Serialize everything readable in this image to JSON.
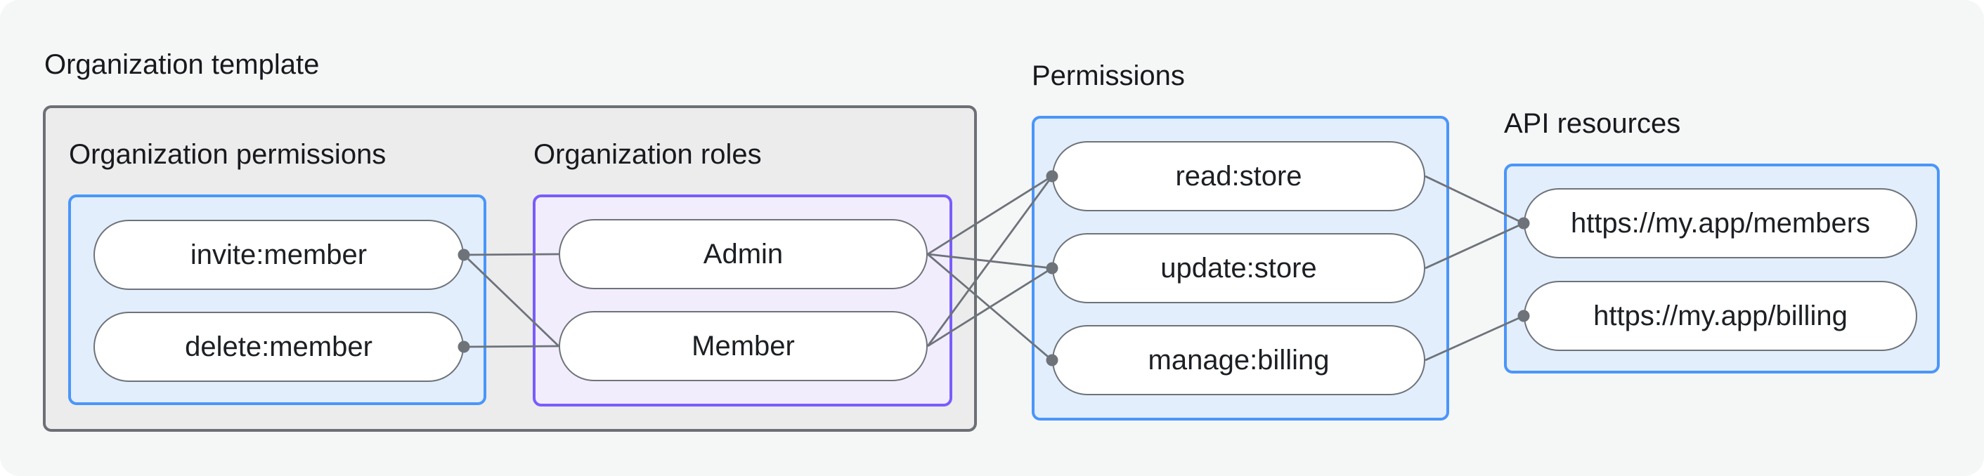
{
  "diagram": {
    "labels": {
      "organization_template": "Organization template",
      "organization_permissions": "Organization permissions",
      "organization_roles": "Organization roles",
      "permissions": "Permissions",
      "api_resources": "API resources"
    },
    "nodes": {
      "org_permissions": [
        "invite:member",
        "delete:member"
      ],
      "org_roles": [
        "Admin",
        "Member"
      ],
      "permissions": [
        "read:store",
        "update:store",
        "manage:billing"
      ],
      "api_resources": [
        "https://my.app/members",
        "https://my.app/billing"
      ]
    },
    "edges": [
      {
        "from": "invite:member",
        "to": "Admin"
      },
      {
        "from": "invite:member",
        "to": "Member"
      },
      {
        "from": "delete:member",
        "to": "Member"
      },
      {
        "from": "Admin",
        "to": "read:store"
      },
      {
        "from": "Admin",
        "to": "update:store"
      },
      {
        "from": "Admin",
        "to": "manage:billing"
      },
      {
        "from": "Member",
        "to": "read:store"
      },
      {
        "from": "Member",
        "to": "update:store"
      },
      {
        "from": "read:store",
        "to": "https://my.app/members"
      },
      {
        "from": "update:store",
        "to": "https://my.app/members"
      },
      {
        "from": "manage:billing",
        "to": "https://my.app/billing"
      }
    ],
    "connection_dots": [
      {
        "node": "invite:member",
        "side": "right"
      },
      {
        "node": "delete:member",
        "side": "right"
      },
      {
        "node": "read:store",
        "side": "left"
      },
      {
        "node": "update:store",
        "side": "left"
      },
      {
        "node": "manage:billing",
        "side": "left"
      },
      {
        "node": "https://my.app/members",
        "side": "left"
      },
      {
        "node": "https://my.app/billing",
        "side": "left"
      }
    ],
    "colors": {
      "background": "#f5f6f6",
      "gray_box_fill": "#ececed",
      "gray_box_border": "#6c7075",
      "blue_box_fill": "#e2eefc",
      "blue_box_border": "#4a96fa",
      "purple_box_fill": "#f2edfd",
      "purple_box_border": "#7a5cfc",
      "pill_fill": "#ffffff",
      "pill_border": "#6e737a",
      "edge_line": "#6e737a",
      "text": "#17191d"
    }
  }
}
